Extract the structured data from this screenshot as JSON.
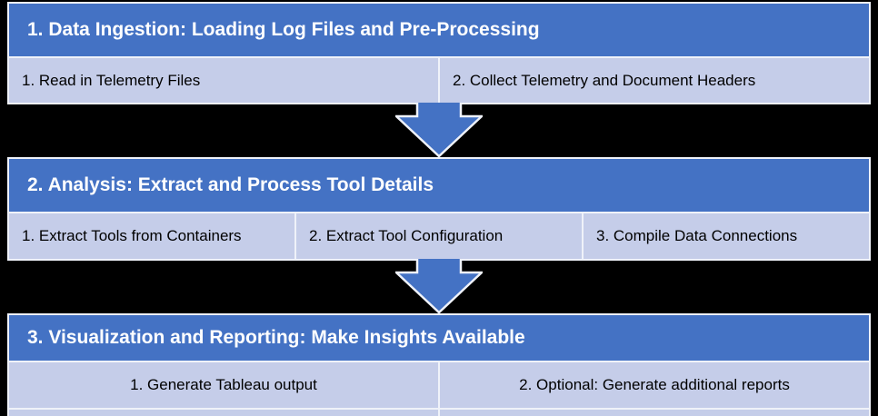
{
  "colors": {
    "canvas_bg": "#000000",
    "header_blue": "#4472C4",
    "row_light": "#C5CDE9",
    "border_light": "#EFF2F9",
    "header_text": "#FFFFFF",
    "cell_text": "#000000"
  },
  "diagram": {
    "type": "process-flow",
    "sections": [
      {
        "title": "1. Data Ingestion: Loading Log Files and Pre-Processing",
        "steps": [
          "1. Read in Telemetry Files",
          "2. Collect Telemetry and Document Headers"
        ]
      },
      {
        "title": "2. Analysis: Extract and Process Tool Details",
        "steps": [
          "1. Extract Tools from Containers",
          "2. Extract Tool Configuration",
          "3. Compile Data Connections"
        ]
      },
      {
        "title": "3. Visualization and Reporting: Make Insights Available",
        "steps": [
          "1. Generate Tableau output",
          "2. Optional: Generate additional reports"
        ]
      }
    ],
    "connectors": [
      {
        "icon": "down-arrow-icon",
        "from": "stage-1",
        "to": "stage-2"
      },
      {
        "icon": "down-arrow-icon",
        "from": "stage-2",
        "to": "stage-3"
      }
    ]
  }
}
